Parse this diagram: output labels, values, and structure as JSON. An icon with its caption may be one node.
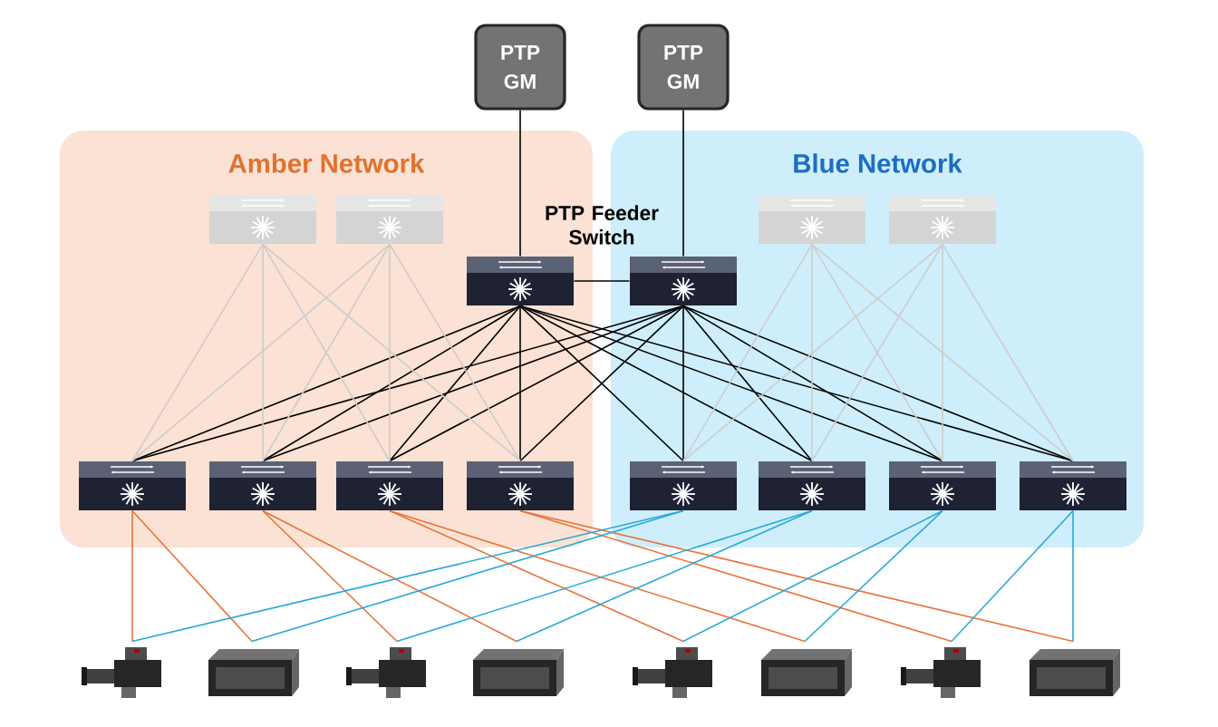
{
  "diagram": {
    "nodes": [
      {
        "text": [
          "PTP GM"
        ]
      },
      {
        "text": [
          "PTP GM"
        ]
      },
      {
        "text": [
          "Amber Network"
        ]
      },
      {
        "text": [
          "Blue Network"
        ]
      },
      {
        "text": [],
        "shape": "box",
        "in": 2
      },
      {
        "text": [],
        "shape": "box",
        "in": 2
      },
      {
        "text": [],
        "shape": "box",
        "in": 2
      },
      {
        "text": [],
        "shape": "box",
        "in": 3
      },
      {
        "text": [],
        "shape": "box",
        "in": 3
      },
      {
        "text": [],
        "shape": "box",
        "in": 3
      },
      {
        "text": [],
        "shape": "box",
        "in": 2
      },
      {
        "text": [],
        "shape": "box",
        "in": 2
      },
      {
        "text": [],
        "shape": "box",
        "in": 2
      },
      {
        "text": [],
        "shape": "box",
        "in": 2
      },
      {
        "text": [],
        "shape": "box",
        "in": 3
      },
      {
        "text": [],
        "shape": "box",
        "in": 3
      },
      {
        "text": [],
        "shape": "box",
        "in": 3
      },
      {
        "text": [],
        "shape": "box",
        "in": 3
      },
      {
        "text": [],
        "shape": "picture"
      },
      {
        "text": [],
        "shape": "picture"
      },
      {
        "text": [],
        "shape": "picture"
      },
      {
        "text": [],
        "shape": "picture"
      },
      {
        "text": [],
        "shape": "picture"
      },
      {
        "text": [],
        "shape": "picture"
      },
      {
        "text": [],
        "shape": "picture"
      },
      {
        "text": [],
        "shape": "picture"
      }
    ],
    "edges": [
      {
        "from": 0,
        "to": 6,
        "arrow": "none"
      },
      {
        "from": 1,
        "to": 7,
        "arrow": "none"
      },
      {
        "from": 6,
        "to": 7,
        "arrow": "none"
      },
      {
        "from": 6,
        "to": 10,
        "arrow": "none"
      },
      {
        "from": 6,
        "to": 11,
        "arrow": "none"
      },
      {
        "from": 6,
        "to": 12,
        "arrow": "none"
      },
      {
        "from": 6,
        "to": 13,
        "arrow": "none"
      },
      {
        "from": 6,
        "to": 14,
        "arrow": "none"
      },
      {
        "from": 6,
        "to": 15,
        "arrow": "none"
      },
      {
        "from": 6,
        "to": 16,
        "arrow": "none"
      },
      {
        "from": 6,
        "to": 17,
        "arrow": "none"
      },
      {
        "from": 7,
        "to": 10,
        "arrow": "none"
      },
      {
        "from": 7,
        "to": 11,
        "arrow": "none"
      },
      {
        "from": 7,
        "to": 12,
        "arrow": "none"
      },
      {
        "from": 7,
        "to": 13,
        "arrow": "none"
      },
      {
        "from": 7,
        "to": 14,
        "arrow": "none"
      },
      {
        "from": 7,
        "to": 15,
        "arrow": "none"
      },
      {
        "from": 7,
        "to": 16,
        "arrow": "none"
      },
      {
        "from": 7,
        "to": 17,
        "arrow": "none"
      },
      {
        "from": 4,
        "to": 10,
        "arrow": "none",
        "color": "#cccccc"
      },
      {
        "from": 4,
        "to": 11,
        "arrow": "none",
        "color": "#cccccc"
      },
      {
        "from": 4,
        "to": 12,
        "arrow": "none",
        "color": "#cccccc"
      },
      {
        "from": 4,
        "to": 13,
        "arrow": "none",
        "color": "#cccccc"
      },
      {
        "from": 5,
        "to": 10,
        "arrow": "none",
        "color": "#cccccc"
      },
      {
        "from": 5,
        "to": 11,
        "arrow": "none",
        "color": "#cccccc"
      },
      {
        "from": 5,
        "to": 12,
        "arrow": "none",
        "color": "#cccccc"
      },
      {
        "from": 5,
        "to": 13,
        "arrow": "none",
        "color": "#cccccc"
      },
      {
        "from": 8,
        "to": 14,
        "arrow": "none",
        "color": "#cccccc"
      },
      {
        "from": 8,
        "to": 15,
        "arrow": "none",
        "color": "#cccccc"
      },
      {
        "from": 8,
        "to": 16,
        "arrow": "none",
        "color": "#cccccc"
      },
      {
        "from": 8,
        "to": 17,
        "arrow": "none",
        "color": "#cccccc"
      },
      {
        "from": 9,
        "to": 14,
        "arrow": "none",
        "color": "#cccccc"
      },
      {
        "from": 9,
        "to": 15,
        "arrow": "none",
        "color": "#cccccc"
      },
      {
        "from": 9,
        "to": 16,
        "arrow": "none",
        "color": "#cccccc"
      },
      {
        "from": 9,
        "to": 17,
        "arrow": "none",
        "color": "#cccccc"
      },
      {
        "from": 10,
        "to": 18,
        "arrow": "none",
        "color": "#e8743b"
      },
      {
        "from": 10,
        "to": 19,
        "arrow": "none",
        "color": "#e8743b"
      },
      {
        "from": 11,
        "to": 20,
        "arrow": "none",
        "color": "#e8743b"
      },
      {
        "from": 11,
        "to": 21,
        "arrow": "none",
        "color": "#e8743b"
      },
      {
        "from": 12,
        "to": 22,
        "arrow": "none",
        "color": "#e8743b"
      },
      {
        "from": 12,
        "to": 23,
        "arrow": "none",
        "color": "#e8743b"
      },
      {
        "from": 13,
        "to": 24,
        "arrow": "none",
        "color": "#e8743b"
      },
      {
        "from": 13,
        "to": 25,
        "arrow": "none",
        "color": "#e8743b"
      },
      {
        "from": 14,
        "to": 18,
        "arrow": "none",
        "color": "#29a9d6"
      },
      {
        "from": 14,
        "to": 19,
        "arrow": "none",
        "color": "#29a9d6"
      },
      {
        "from": 15,
        "to": 20,
        "arrow": "none",
        "color": "#29a9d6"
      },
      {
        "from": 15,
        "to": 21,
        "arrow": "none",
        "color": "#29a9d6"
      },
      {
        "from": 16,
        "to": 22,
        "arrow": "none",
        "color": "#29a9d6"
      },
      {
        "from": 16,
        "to": 23,
        "arrow": "none",
        "color": "#29a9d6"
      },
      {
        "from": 17,
        "to": 24,
        "arrow": "none",
        "color": "#29a9d6"
      },
      {
        "from": 17,
        "to": 25,
        "arrow": "none",
        "color": "#29a9d6"
      }
    ],
    "labels": [
      "PTP Feeder Switch"
    ]
  }
}
